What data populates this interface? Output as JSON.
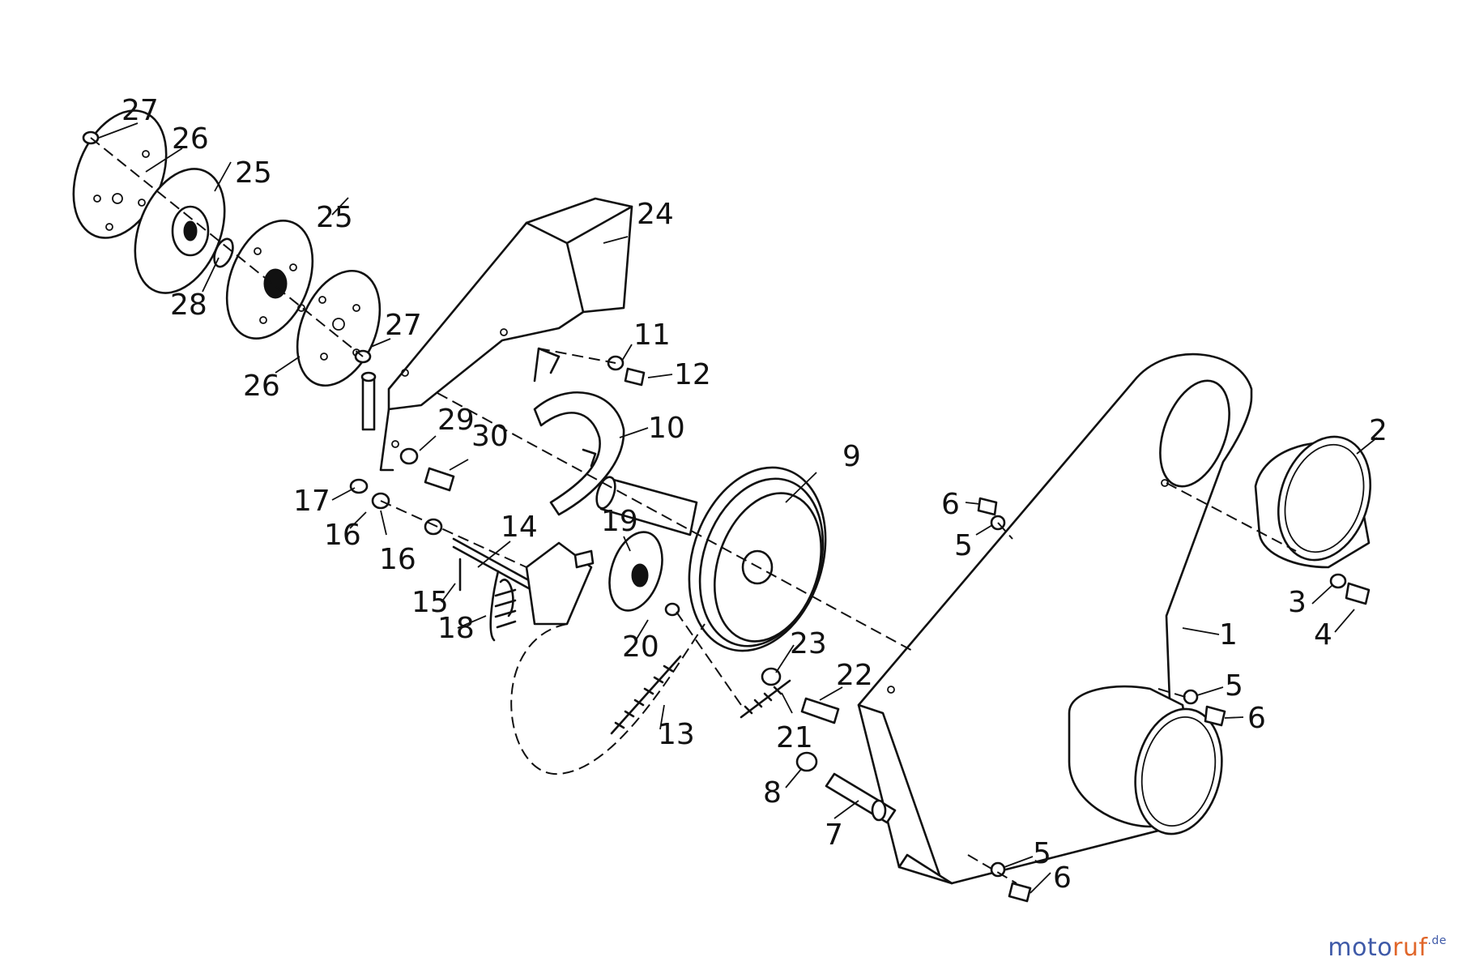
{
  "labels": {
    "l1": "1",
    "l2": "2",
    "l3": "3",
    "l4": "4",
    "l5a": "5",
    "l5b": "5",
    "l5c": "5",
    "l6a": "6",
    "l6b": "6",
    "l6c": "6",
    "l7": "7",
    "l8": "8",
    "l9": "9",
    "l10": "10",
    "l11": "11",
    "l12": "12",
    "l13": "13",
    "l14": "14",
    "l15": "15",
    "l16a": "16",
    "l16b": "16",
    "l17": "17",
    "l18": "18",
    "l19": "19",
    "l20": "20",
    "l21": "21",
    "l22": "22",
    "l23": "23",
    "l24": "24",
    "l25a": "25",
    "l25b": "25",
    "l26a": "26",
    "l26b": "26",
    "l27a": "27",
    "l27b": "27",
    "l28": "28",
    "l29": "29",
    "l30": "30"
  },
  "watermark": {
    "part1": "moto",
    "part2": "ruf",
    "suffix": ".de"
  },
  "colors": {
    "line": "#111111",
    "watermark_blue": "#3f5aa8",
    "watermark_orange": "#e0662a"
  }
}
